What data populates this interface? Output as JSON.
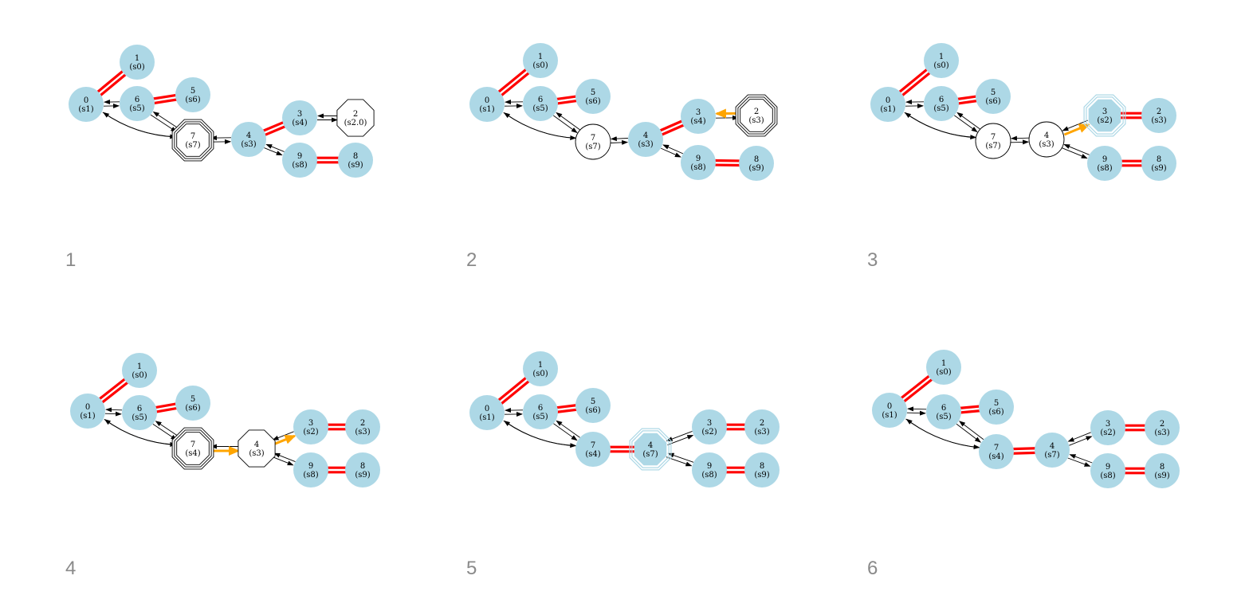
{
  "colors": {
    "node_fill": "#add8e6",
    "matched_edge": "#ff0000",
    "augment_arrow": "#ffa500",
    "edge": "#000000",
    "label_gray": "#8a8a8a"
  },
  "panels": [
    {
      "number": "1",
      "nodes": [
        {
          "id": "0",
          "sub": "(s1)",
          "style": "filled"
        },
        {
          "id": "1",
          "sub": "(s0)",
          "style": "filled"
        },
        {
          "id": "6",
          "sub": "(s5)",
          "style": "filled"
        },
        {
          "id": "5",
          "sub": "(s6)",
          "style": "filled"
        },
        {
          "id": "7",
          "sub": "(s7)",
          "style": "triple-octagon"
        },
        {
          "id": "4",
          "sub": "(s3)",
          "style": "filled"
        },
        {
          "id": "3",
          "sub": "(s4)",
          "style": "filled"
        },
        {
          "id": "2",
          "sub": "(s2.0)",
          "style": "octagon"
        },
        {
          "id": "9",
          "sub": "(s8)",
          "style": "filled"
        },
        {
          "id": "8",
          "sub": "(s9)",
          "style": "filled"
        }
      ]
    },
    {
      "number": "2",
      "nodes": [
        {
          "id": "0",
          "sub": "(s1)",
          "style": "filled"
        },
        {
          "id": "1",
          "sub": "(s0)",
          "style": "filled"
        },
        {
          "id": "6",
          "sub": "(s5)",
          "style": "filled"
        },
        {
          "id": "5",
          "sub": "(s6)",
          "style": "filled"
        },
        {
          "id": "7",
          "sub": "(s7)",
          "style": "circle"
        },
        {
          "id": "4",
          "sub": "(s3)",
          "style": "filled"
        },
        {
          "id": "3",
          "sub": "(s4)",
          "style": "filled"
        },
        {
          "id": "2",
          "sub": "(s3)",
          "style": "triple-octagon"
        },
        {
          "id": "9",
          "sub": "(s8)",
          "style": "filled"
        },
        {
          "id": "8",
          "sub": "(s9)",
          "style": "filled"
        }
      ]
    },
    {
      "number": "3",
      "nodes": [
        {
          "id": "0",
          "sub": "(s1)",
          "style": "filled"
        },
        {
          "id": "1",
          "sub": "(s0)",
          "style": "filled"
        },
        {
          "id": "6",
          "sub": "(s5)",
          "style": "filled"
        },
        {
          "id": "5",
          "sub": "(s6)",
          "style": "filled"
        },
        {
          "id": "7",
          "sub": "(s7)",
          "style": "circle"
        },
        {
          "id": "4",
          "sub": "(s3)",
          "style": "circle"
        },
        {
          "id": "3",
          "sub": "(s2)",
          "style": "filled-octagon"
        },
        {
          "id": "2",
          "sub": "(s3)",
          "style": "filled"
        },
        {
          "id": "9",
          "sub": "(s8)",
          "style": "filled"
        },
        {
          "id": "8",
          "sub": "(s9)",
          "style": "filled"
        }
      ]
    },
    {
      "number": "4",
      "nodes": [
        {
          "id": "0",
          "sub": "(s1)",
          "style": "filled"
        },
        {
          "id": "1",
          "sub": "(s0)",
          "style": "filled"
        },
        {
          "id": "6",
          "sub": "(s5)",
          "style": "filled"
        },
        {
          "id": "5",
          "sub": "(s6)",
          "style": "filled"
        },
        {
          "id": "7",
          "sub": "(s4)",
          "style": "triple-octagon"
        },
        {
          "id": "4",
          "sub": "(s3)",
          "style": "octagon"
        },
        {
          "id": "3",
          "sub": "(s2)",
          "style": "filled"
        },
        {
          "id": "2",
          "sub": "(s3)",
          "style": "filled"
        },
        {
          "id": "9",
          "sub": "(s8)",
          "style": "filled"
        },
        {
          "id": "8",
          "sub": "(s9)",
          "style": "filled"
        }
      ]
    },
    {
      "number": "5",
      "nodes": [
        {
          "id": "0",
          "sub": "(s1)",
          "style": "filled"
        },
        {
          "id": "1",
          "sub": "(s0)",
          "style": "filled"
        },
        {
          "id": "6",
          "sub": "(s5)",
          "style": "filled"
        },
        {
          "id": "5",
          "sub": "(s6)",
          "style": "filled"
        },
        {
          "id": "7",
          "sub": "(s4)",
          "style": "filled"
        },
        {
          "id": "4",
          "sub": "(s7)",
          "style": "filled-octagon"
        },
        {
          "id": "3",
          "sub": "(s2)",
          "style": "filled"
        },
        {
          "id": "2",
          "sub": "(s3)",
          "style": "filled"
        },
        {
          "id": "9",
          "sub": "(s8)",
          "style": "filled"
        },
        {
          "id": "8",
          "sub": "(s9)",
          "style": "filled"
        }
      ]
    },
    {
      "number": "6",
      "nodes": [
        {
          "id": "0",
          "sub": "(s1)",
          "style": "filled"
        },
        {
          "id": "1",
          "sub": "(s0)",
          "style": "filled"
        },
        {
          "id": "6",
          "sub": "(s5)",
          "style": "filled"
        },
        {
          "id": "5",
          "sub": "(s6)",
          "style": "filled"
        },
        {
          "id": "7",
          "sub": "(s4)",
          "style": "filled"
        },
        {
          "id": "4",
          "sub": "(s7)",
          "style": "filled"
        },
        {
          "id": "3",
          "sub": "(s2)",
          "style": "filled"
        },
        {
          "id": "2",
          "sub": "(s3)",
          "style": "filled"
        },
        {
          "id": "9",
          "sub": "(s8)",
          "style": "filled"
        },
        {
          "id": "8",
          "sub": "(s9)",
          "style": "filled"
        }
      ]
    }
  ]
}
